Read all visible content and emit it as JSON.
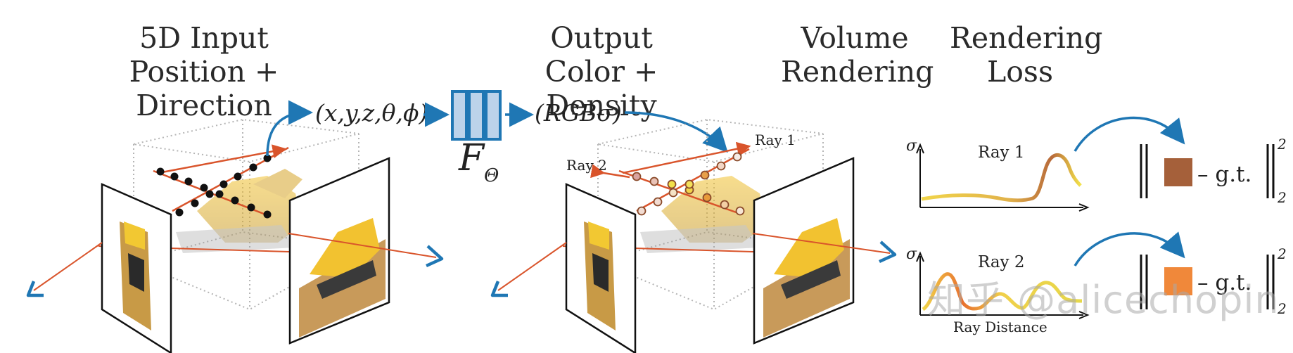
{
  "headings": {
    "input": {
      "line1": "5D Input",
      "line2": "Position + Direction"
    },
    "output": {
      "line1": "Output",
      "line2": "Color + Density"
    },
    "volume": {
      "line1": "Volume",
      "line2": "Rendering"
    },
    "loss": {
      "line1": "Rendering",
      "line2": "Loss"
    }
  },
  "network": {
    "input_tuple": "(x,y,z,θ,ϕ)",
    "output_tuple": "(RGBσ)",
    "function_label": "F",
    "function_subscript": "Θ"
  },
  "rays": {
    "ray1": "Ray 1",
    "ray2": "Ray 2"
  },
  "plots": {
    "y_label": "σ",
    "x_label": "Ray Distance",
    "ray1_title": "Ray 1",
    "ray2_title": "Ray 2"
  },
  "loss": {
    "gt_label": "– g.t.",
    "exponent": "2",
    "subscript": "2"
  },
  "colors": {
    "arrow_blue": "#1f77b4",
    "ray_orange": "#d9542b",
    "patch1": "#a5603a",
    "patch2": "#f0883a",
    "network_fill": "#bcd3ea"
  },
  "watermark": "知乎 @alicechopin"
}
